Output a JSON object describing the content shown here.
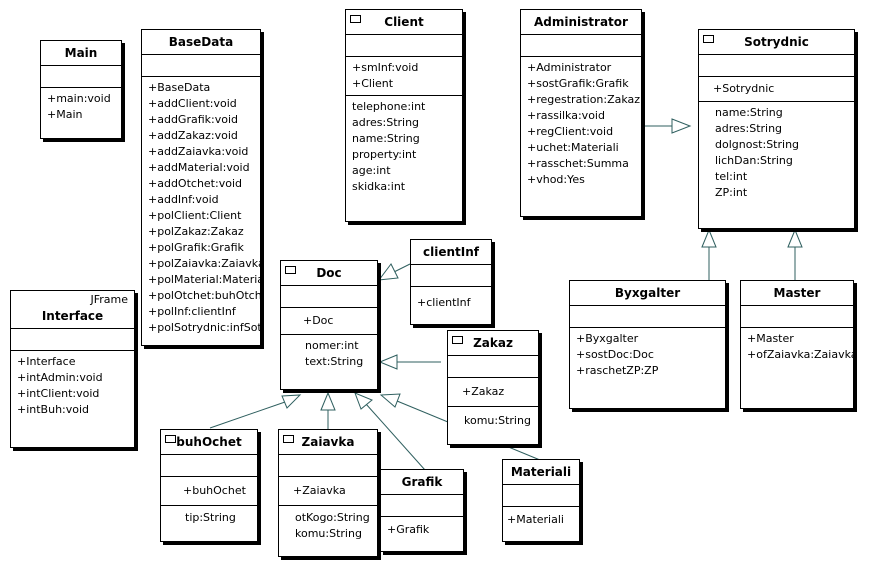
{
  "classes": {
    "main": {
      "name": "Main",
      "ops": [
        "+main:void",
        "+Main"
      ]
    },
    "basedata": {
      "name": "BaseData",
      "ops": [
        "+BaseData",
        "+addClient:void",
        "+addGrafik:void",
        "+addZakaz:void",
        "+addZaiavka:void",
        "+addMaterial:void",
        "+addOtchet:void",
        "+addInf:void",
        "+polClient:Client",
        "+polZakaz:Zakaz",
        "+polGrafik:Grafik",
        "+polZaiavka:Zaiavka",
        "+polMaterial:Materia",
        "+polOtchet:buhOtche",
        "+polInf:clientInf",
        "+polSotrydnic:infSotr"
      ]
    },
    "interface": {
      "name": "Interface",
      "stereotype": "JFrame",
      "ops": [
        "+Interface",
        "+intAdmin:void",
        "+intClient:void",
        "+intBuh:void"
      ]
    },
    "client": {
      "name": "Client",
      "ops": [
        "+smInf:void",
        "+Client"
      ],
      "attrs": [
        "telephone:int",
        "adres:String",
        "name:String",
        "property:int",
        "age:int",
        "skidka:int"
      ]
    },
    "administrator": {
      "name": "Administrator",
      "ops": [
        "+Administrator",
        "+sostGrafik:Grafik",
        "+regestration:Zakaz",
        "+rassilka:void",
        "+regClient:void",
        "+uchet:Materiali",
        "+rasschet:Summa",
        "+vhod:Yes"
      ]
    },
    "sotrydnic": {
      "name": "Sotrydnic",
      "ops": [
        "+Sotrydnic"
      ],
      "attrs": [
        "name:String",
        "adres:String",
        "dolgnost:String",
        "lichDan:String",
        "tel:int",
        "ZP:int"
      ]
    },
    "doc": {
      "name": "Doc",
      "ops": [
        "+Doc"
      ],
      "attrs": [
        "nomer:int",
        "text:String"
      ]
    },
    "clientinf": {
      "name": "clientInf",
      "ops": [
        "+clientInf"
      ]
    },
    "zakaz": {
      "name": "Zakaz",
      "ops": [
        "+Zakaz"
      ],
      "attrs": [
        "komu:String"
      ]
    },
    "buhochet": {
      "name": "buhOchet",
      "ops": [
        "+buhOchet"
      ],
      "attrs": [
        "tip:String"
      ]
    },
    "zaiavka": {
      "name": "Zaiavka",
      "ops": [
        "+Zaiavka"
      ],
      "attrs": [
        "otKogo:String",
        "komu:String"
      ]
    },
    "grafik": {
      "name": "Grafik",
      "ops": [
        "+Grafik"
      ]
    },
    "materiali": {
      "name": "Materiali",
      "ops": [
        "+Materiali"
      ]
    },
    "byxgalter": {
      "name": "Byxgalter",
      "ops": [
        "+Byxgalter",
        "+sostDoc:Doc",
        "+raschetZP:ZP"
      ]
    },
    "master": {
      "name": "Master",
      "ops": [
        "+Master",
        "+ofZaiavka:Zaiavka"
      ]
    }
  },
  "colors": {
    "connector": "#2f5f5f",
    "border": "#000000",
    "background": "#ffffff"
  }
}
